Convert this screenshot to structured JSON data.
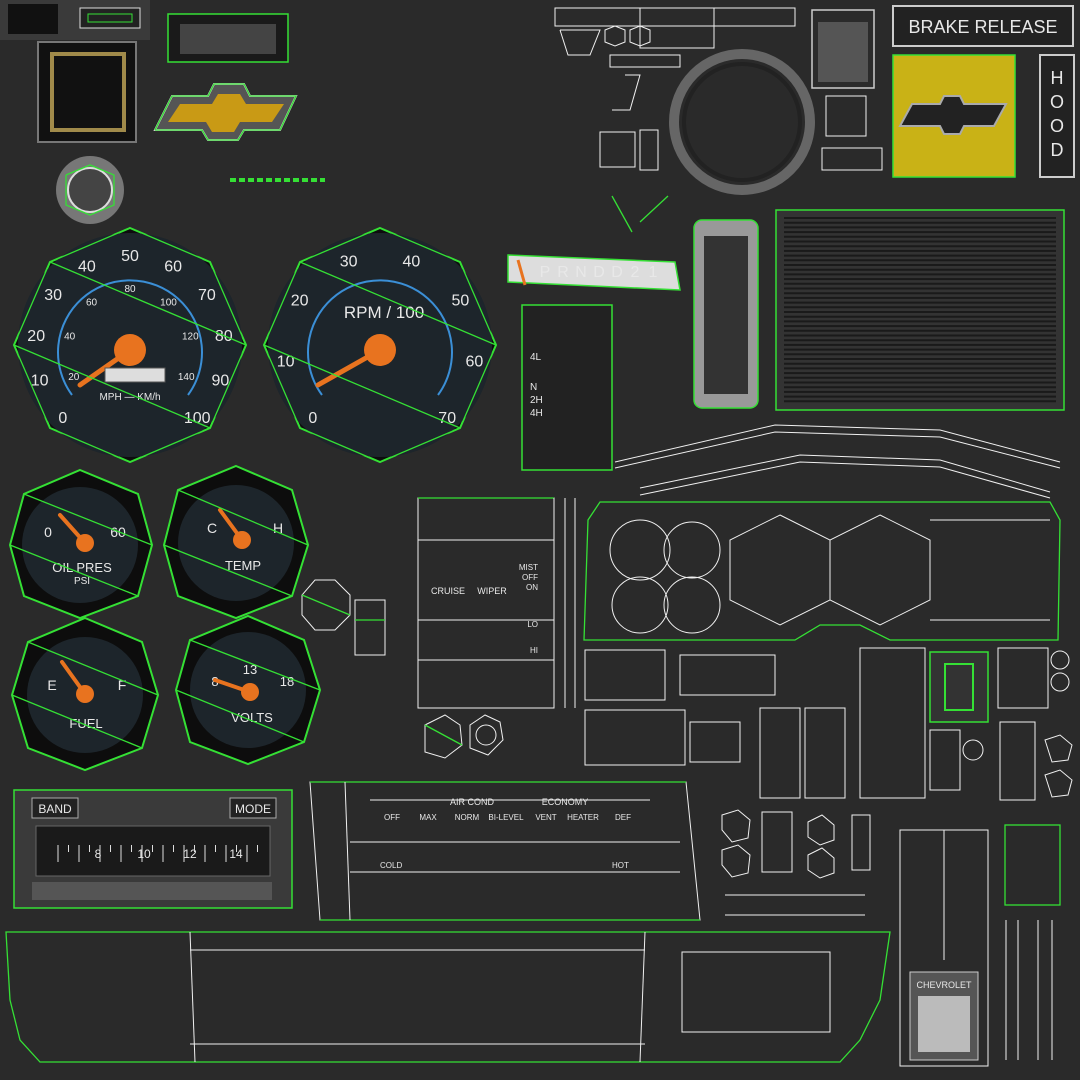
{
  "palette": {
    "background": "#2a2a2a",
    "wireframe": "#35e035",
    "needle": "#e8731f",
    "gauge_face": "#1d252b",
    "chevy_gold": "#c9b216",
    "kmh_blue": "#3b8fd6"
  },
  "speedometer": {
    "mph_ticks": [
      "0",
      "10",
      "20",
      "30",
      "40",
      "50",
      "60",
      "70",
      "80",
      "90",
      "100"
    ],
    "kmh_ticks": [
      "20",
      "40",
      "60",
      "80",
      "100",
      "120",
      "140"
    ],
    "unit_label": "MPH — KM/h",
    "needle_value_mph": 18
  },
  "tachometer": {
    "ticks": [
      "0",
      "10",
      "20",
      "30",
      "40",
      "50",
      "60",
      "70"
    ],
    "label": "RPM / 100",
    "needle_value": 2
  },
  "oil_gauge": {
    "ticks": [
      "0",
      "60"
    ],
    "label": "OIL PRES",
    "sublabel": "PSI"
  },
  "temp_gauge": {
    "ticks": [
      "C",
      "H"
    ],
    "label": "TEMP"
  },
  "fuel_gauge": {
    "ticks": [
      "E",
      "F"
    ],
    "label": "FUEL"
  },
  "volts_gauge": {
    "ticks": [
      "8",
      "13",
      "18"
    ],
    "label": "VOLTS"
  },
  "brake_release": {
    "label": "BRAKE RELEASE"
  },
  "hood": {
    "letters": [
      "H",
      "O",
      "O",
      "D"
    ]
  },
  "gear_indicator": {
    "letters": [
      "P",
      "R",
      "N",
      "D",
      "D",
      "2",
      "1"
    ]
  },
  "transfer_case": {
    "positions": [
      "4L",
      "N",
      "2H",
      "4H"
    ]
  },
  "wiper_panel": {
    "cruise_label": "CRUISE",
    "wiper_label": "WIPER",
    "settings": [
      "MIST",
      "OFF",
      "ON",
      "LO",
      "HI"
    ]
  },
  "radio": {
    "band_label": "BAND",
    "mode_label": "MODE",
    "dial": [
      "8",
      "10",
      "12",
      "14"
    ]
  },
  "climate": {
    "aircond_label": "AIR COND",
    "economy_label": "ECONOMY",
    "modes": [
      "OFF",
      "MAX",
      "NORM",
      "BI-LEVEL",
      "VENT",
      "HEATER",
      "DEF"
    ],
    "cold_label": "COLD",
    "hot_label": "HOT"
  },
  "glovebox_badge": {
    "label": "CHEVROLET"
  }
}
